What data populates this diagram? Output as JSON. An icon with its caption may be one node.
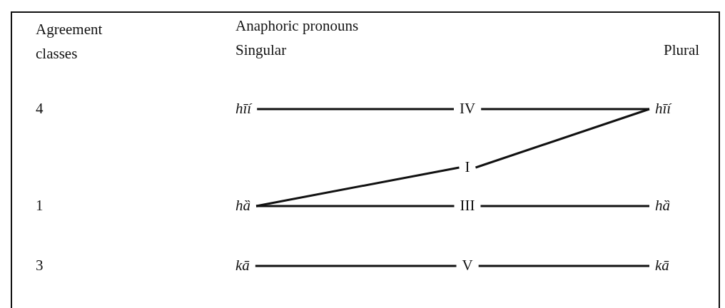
{
  "diagram": {
    "nodes": [
      {
        "text": [
          "hīí"
        ]
      },
      {
        "text": [
          "IV"
        ]
      },
      {
        "text": [
          "hīí"
        ]
      },
      {
        "text": [
          "I"
        ]
      },
      {
        "text": [
          "hȁ"
        ]
      },
      {
        "text": [
          "III"
        ]
      },
      {
        "text": [
          "hȁ"
        ]
      },
      {
        "text": [
          "kā"
        ]
      },
      {
        "text": [
          "V"
        ]
      },
      {
        "text": [
          "kā"
        ]
      }
    ],
    "edges": [
      {
        "from": 0,
        "to": 1,
        "arrow": "none"
      },
      {
        "from": 1,
        "to": 2,
        "arrow": "none"
      },
      {
        "from": 4,
        "to": 3,
        "arrow": "none"
      },
      {
        "from": 3,
        "to": 2,
        "arrow": "none"
      },
      {
        "from": 4,
        "to": 5,
        "arrow": "none"
      },
      {
        "from": 5,
        "to": 6,
        "arrow": "none"
      },
      {
        "from": 7,
        "to": 8,
        "arrow": "none"
      },
      {
        "from": 8,
        "to": 9,
        "arrow": "none"
      }
    ],
    "labels": [
      "Agreement classes",
      "Anaphoric pronouns",
      "Singular",
      "Plural",
      "4",
      "1",
      "3"
    ]
  }
}
